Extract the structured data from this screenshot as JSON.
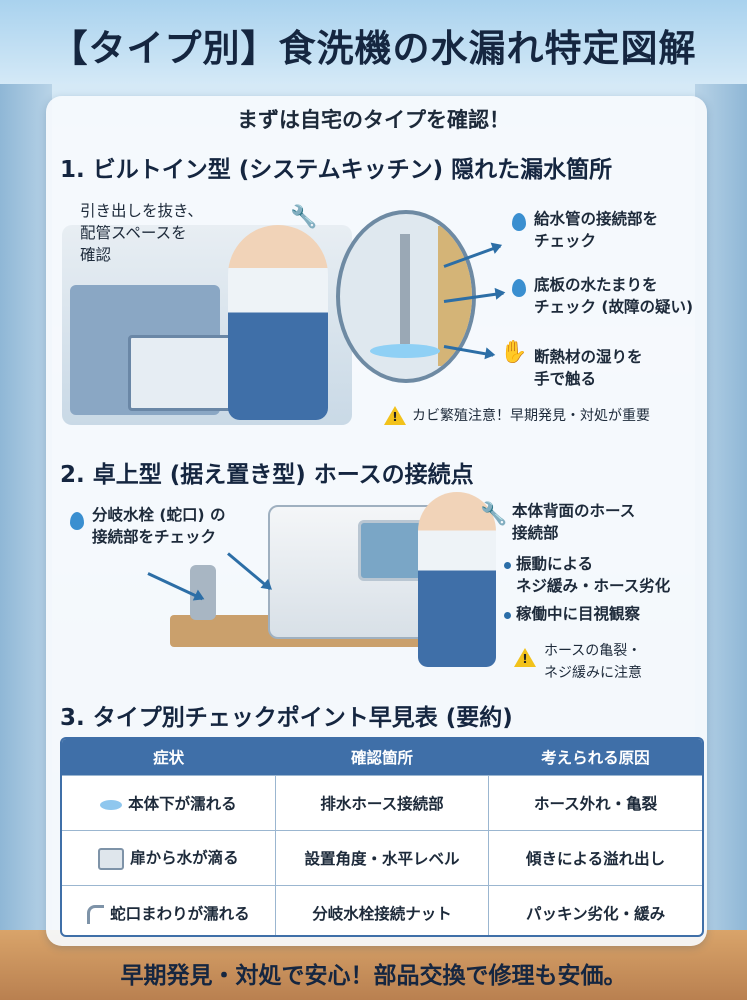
{
  "title": "【タイプ別】食洗機の水漏れ特定図解",
  "intro": "まずは自宅のタイプを確認！",
  "section1": {
    "heading": "1. ビルトイン型 (システムキッチン) 隠れた漏水箇所",
    "left_note": "引き出しを抜き、\n配管スペースを\n確認",
    "checks": [
      "給水管の接続部を\nチェック",
      "底板の水たまりを\nチェック (故障の疑い)",
      "断熱材の湿りを\n手で触る"
    ],
    "warning": "カビ繁殖注意！早期発見・対処が重要"
  },
  "section2": {
    "heading": "2. 卓上型 (据え置き型) ホースの接続点",
    "left_note": "分岐水栓 (蛇口) の\n接続部をチェック",
    "right_title": "本体背面のホース\n接続部",
    "bullets": [
      "振動による\nネジ緩み・ホース劣化",
      "稼働中に目視観察"
    ],
    "warning": "ホースの亀裂・\nネジ緩みに注意"
  },
  "section3": {
    "heading": "3. タイプ別チェックポイント早見表 (要約)",
    "columns": [
      "症状",
      "確認箇所",
      "考えられる原因"
    ],
    "rows": [
      {
        "icon": "water-drop-icon",
        "symptom": "本体下が濡れる",
        "location": "排水ホース接続部",
        "cause": "ホース外れ・亀裂"
      },
      {
        "icon": "dishwasher-icon",
        "symptom": "扉から水が滴る",
        "location": "設置角度・水平レベル",
        "cause": "傾きによる溢れ出し"
      },
      {
        "icon": "faucet-icon",
        "symptom": "蛇口まわりが濡れる",
        "location": "分岐水栓接続ナット",
        "cause": "パッキン劣化・緩み"
      }
    ]
  },
  "footer": "早期発見・対処で安心！部品交換で修理も安価。"
}
